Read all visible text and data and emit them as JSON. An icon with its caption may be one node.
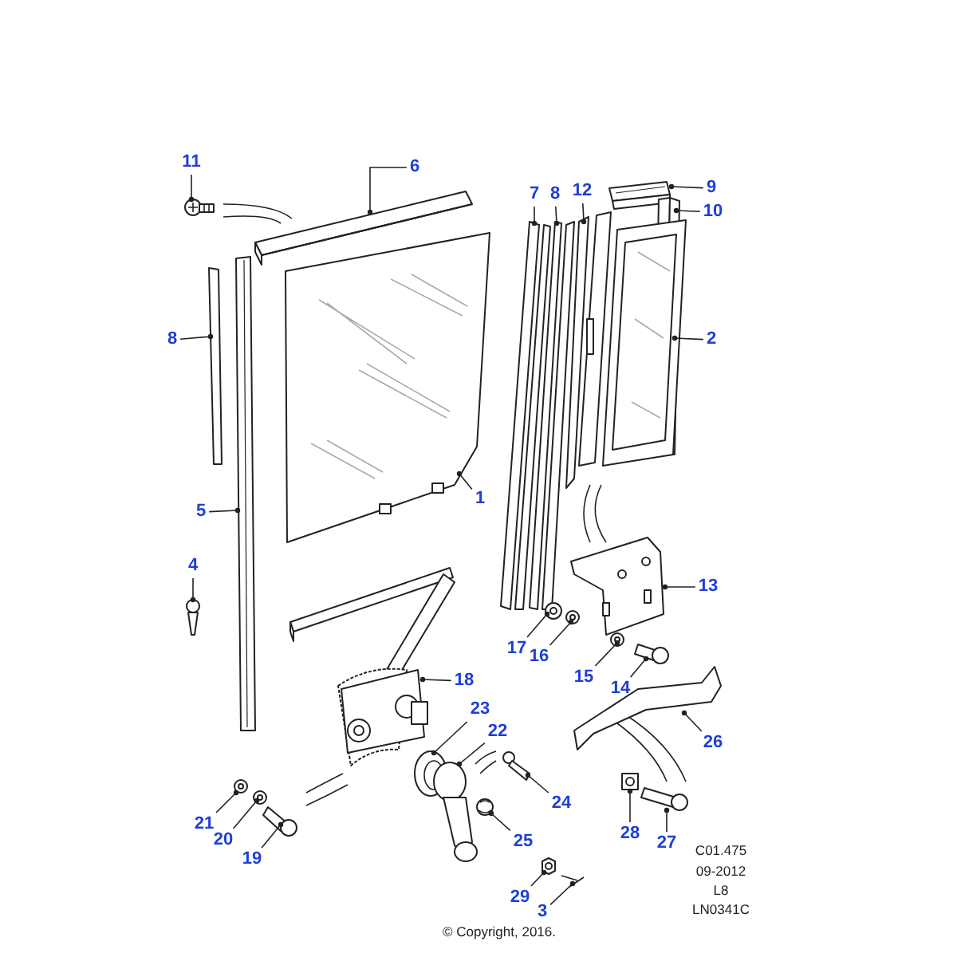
{
  "diagram": {
    "nodes": [
      {
        "text": [
          "11"
        ]
      },
      {
        "text": [
          "6"
        ]
      },
      {
        "text": [
          "7"
        ]
      },
      {
        "text": [
          "8"
        ]
      },
      {
        "text": [
          "12"
        ]
      },
      {
        "text": [
          "9"
        ]
      },
      {
        "text": [
          "10"
        ]
      },
      {
        "text": [
          "8"
        ]
      },
      {
        "text": [
          "2"
        ]
      },
      {
        "text": [
          "1"
        ]
      },
      {
        "text": [
          "5"
        ]
      },
      {
        "text": [
          "4"
        ]
      },
      {
        "text": [
          "13"
        ]
      },
      {
        "text": [
          "17"
        ]
      },
      {
        "text": [
          "16"
        ]
      },
      {
        "text": [
          "18"
        ]
      },
      {
        "text": [
          "15"
        ]
      },
      {
        "text": [
          "14"
        ]
      },
      {
        "text": [
          "23"
        ]
      },
      {
        "text": [
          "22"
        ]
      },
      {
        "text": [
          "26"
        ]
      },
      {
        "text": [
          "24"
        ]
      },
      {
        "text": [
          "21"
        ]
      },
      {
        "text": [
          "20"
        ]
      },
      {
        "text": [
          "28"
        ]
      },
      {
        "text": [
          "27"
        ]
      },
      {
        "text": [
          "19"
        ]
      },
      {
        "text": [
          "25"
        ]
      },
      {
        "text": [
          "29"
        ]
      },
      {
        "text": [
          "3"
        ]
      },
      {
        "text": [],
        "shape": "picture"
      },
      {
        "text": [],
        "shape": "picture"
      },
      {
        "text": [],
        "shape": "picture"
      },
      {
        "text": [],
        "shape": "picture"
      },
      {
        "text": [],
        "shape": "picture"
      },
      {
        "text": [],
        "shape": "picture"
      },
      {
        "text": [],
        "shape": "picture"
      },
      {
        "text": [],
        "shape": "picture"
      },
      {
        "text": [],
        "shape": "picture"
      },
      {
        "text": [],
        "shape": "picture"
      },
      {
        "text": [],
        "shape": "picture"
      },
      {
        "text": [],
        "shape": "picture"
      },
      {
        "text": [],
        "shape": "picture"
      },
      {
        "text": [],
        "shape": "picture"
      },
      {
        "text": [],
        "shape": "picture"
      },
      {
        "text": [],
        "shape": "picture"
      },
      {
        "text": [],
        "shape": "picture"
      },
      {
        "text": [],
        "shape": "picture"
      },
      {
        "text": [],
        "shape": "picture"
      },
      {
        "text": [],
        "shape": "picture"
      },
      {
        "text": [],
        "shape": "picture"
      },
      {
        "text": [],
        "shape": "picture"
      },
      {
        "text": [],
        "shape": "picture"
      },
      {
        "text": [],
        "shape": "picture"
      },
      {
        "text": [],
        "shape": "picture"
      },
      {
        "text": [],
        "shape": "picture"
      },
      {
        "text": [],
        "shape": "picture"
      },
      {
        "text": [],
        "shape": "picture"
      },
      {
        "text": [],
        "shape": "picture"
      },
      {
        "text": [],
        "shape": "picture"
      }
    ],
    "edges": [
      {
        "from": 0,
        "to": 30,
        "arrow": "other"
      },
      {
        "from": 1,
        "to": 31,
        "arrow": "other"
      },
      {
        "from": 2,
        "to": 32,
        "arrow": "other"
      },
      {
        "from": 3,
        "to": 33,
        "arrow": "other"
      },
      {
        "from": 4,
        "to": 34,
        "arrow": "other"
      },
      {
        "from": 5,
        "to": 35,
        "arrow": "other"
      },
      {
        "from": 6,
        "to": 36,
        "arrow": "other"
      },
      {
        "from": 7,
        "to": 37,
        "arrow": "other"
      },
      {
        "from": 8,
        "to": 38,
        "arrow": "other"
      },
      {
        "from": 9,
        "to": 39,
        "arrow": "other"
      },
      {
        "from": 10,
        "to": 40,
        "arrow": "other"
      },
      {
        "from": 11,
        "to": 41,
        "arrow": "other"
      },
      {
        "from": 12,
        "to": 42,
        "arrow": "other"
      },
      {
        "from": 13,
        "to": 43,
        "arrow": "other"
      },
      {
        "from": 14,
        "to": 44,
        "arrow": "other"
      },
      {
        "from": 15,
        "to": 45,
        "arrow": "other"
      },
      {
        "from": 16,
        "to": 46,
        "arrow": "other"
      },
      {
        "from": 17,
        "to": 47,
        "arrow": "other"
      },
      {
        "from": 18,
        "to": 48,
        "arrow": "other"
      },
      {
        "from": 19,
        "to": 49,
        "arrow": "other"
      },
      {
        "from": 20,
        "to": 50,
        "arrow": "other"
      },
      {
        "from": 21,
        "to": 51,
        "arrow": "other"
      },
      {
        "from": 22,
        "to": 52,
        "arrow": "other"
      },
      {
        "from": 23,
        "to": 53,
        "arrow": "other"
      },
      {
        "from": 24,
        "to": 54,
        "arrow": "other"
      },
      {
        "from": 25,
        "to": 55,
        "arrow": "other"
      },
      {
        "from": 26,
        "to": 56,
        "arrow": "other"
      },
      {
        "from": 27,
        "to": 57,
        "arrow": "other"
      },
      {
        "from": 28,
        "to": 58,
        "arrow": "other"
      },
      {
        "from": 29,
        "to": 59,
        "arrow": "other"
      }
    ],
    "labels": [
      "C01.475",
      "09-2012",
      "L8",
      "LN0341C",
      "© Copyright, 2016."
    ]
  }
}
